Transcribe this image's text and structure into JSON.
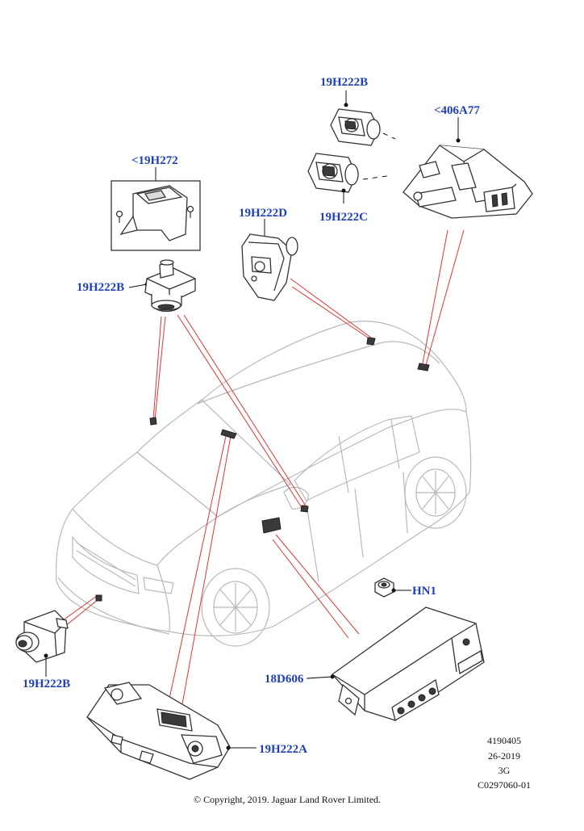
{
  "callouts": {
    "top_camera": "19H222B",
    "tailgate_bracket": "<406A77",
    "bracket_kit": "<19H272",
    "side_camera": "19H222D",
    "rear_camera": "19H222C",
    "mirror_camera": "19H222B",
    "front_camera": "19H222B",
    "module_nut": "HN1",
    "control_module": "18D606",
    "windscreen_camera": "19H222A"
  },
  "reference": {
    "illustration_number": "4190405",
    "date": "26-2019",
    "revision": "3G",
    "drawing_code": "C0297060-01"
  },
  "copyright": "© Copyright, 2019. Jaguar Land Rover Limited.",
  "colors": {
    "callout_text": "#1f3fb5",
    "leader_red": "#e23434",
    "vehicle_outline": "#b9b9b9"
  }
}
